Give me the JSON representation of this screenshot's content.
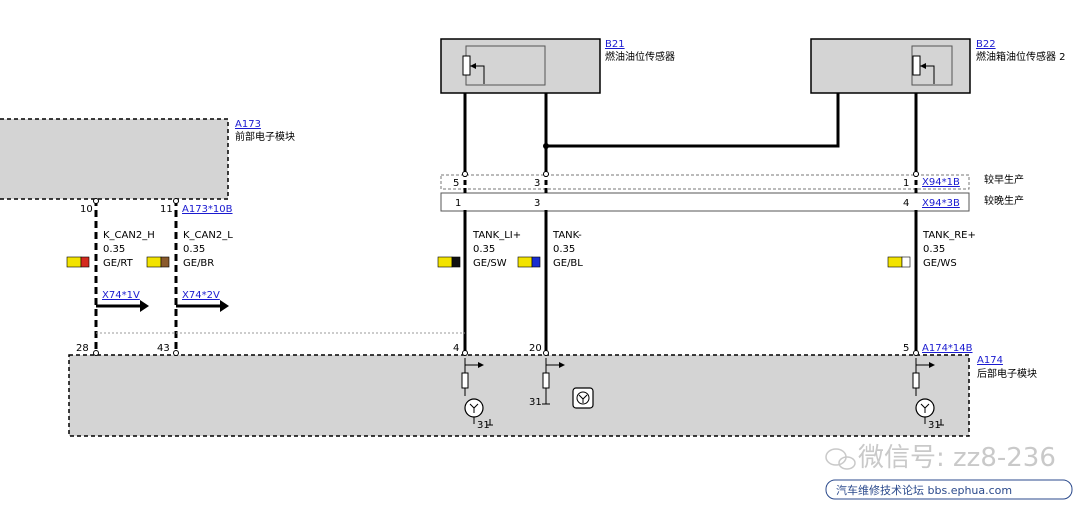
{
  "components": {
    "b21": {
      "id": "B21",
      "name": "燃油油位传感器"
    },
    "b22": {
      "id": "B22",
      "name": "燃油箱油位传感器 2"
    },
    "a173": {
      "id": "A173",
      "name": "前部电子模块"
    },
    "a174": {
      "id": "A174",
      "name": "后部电子模块"
    }
  },
  "connectors": {
    "x94_1b": {
      "ref": "X94*1B",
      "note": "较早生产",
      "pins": [
        "5",
        "3",
        "1"
      ]
    },
    "x94_3b": {
      "ref": "X94*3B",
      "note": "较晚生产",
      "pins": [
        "1",
        "3",
        "4"
      ]
    },
    "a173_10b": {
      "ref": "A173*10B",
      "pins": [
        "10",
        "11"
      ]
    },
    "a174_14b": {
      "ref": "A174*14B",
      "pins": [
        "28",
        "43",
        "4",
        "20",
        "5"
      ]
    },
    "x74_1v": {
      "ref": "X74*1V"
    },
    "x74_2v": {
      "ref": "X74*2V"
    }
  },
  "wires": [
    {
      "name": "K_CAN2_H",
      "size": "0.35",
      "code": "GE/RT",
      "colors": [
        "#f2e300",
        "#d42a1e"
      ]
    },
    {
      "name": "K_CAN2_L",
      "size": "0.35",
      "code": "GE/BR",
      "colors": [
        "#f2e300",
        "#8a5a2c"
      ]
    },
    {
      "name": "TANK_LI+",
      "size": "0.35",
      "code": "GE/SW",
      "colors": [
        "#f2e300",
        "#111111"
      ]
    },
    {
      "name": "TANK-",
      "size": "0.35",
      "code": "GE/BL",
      "colors": [
        "#f2e300",
        "#1a2fd0"
      ]
    },
    {
      "name": "TANK_RE+",
      "size": "0.35",
      "code": "GE/WS",
      "colors": [
        "#f2e300",
        "#ffffff"
      ]
    }
  ],
  "grounds": [
    "31",
    "31",
    "31"
  ],
  "watermark": {
    "text": "微信号: zz8-236"
  },
  "banner": {
    "text": "汽车维修技术论坛 bbs.ephua.com"
  },
  "colors": {
    "module_fill": "#d4d4d4",
    "link": "#1a1ad0"
  }
}
